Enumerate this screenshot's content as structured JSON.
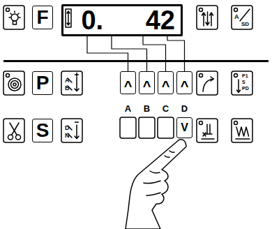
{
  "diagram": {
    "nodes": [
      {
        "text": [
          "F"
        ]
      },
      {
        "text": [
          "0. 42"
        ]
      },
      {
        "text": [
          "P"
        ]
      },
      {
        "text": [
          "^"
        ]
      },
      {
        "text": [
          "^"
        ]
      },
      {
        "text": [
          "^"
        ]
      },
      {
        "text": [
          "^"
        ]
      },
      {
        "text": [
          "S"
        ]
      },
      {
        "text": [
          "V"
        ]
      }
    ],
    "edges": [
      {
        "from": 1,
        "to": 3,
        "arrow": "none"
      },
      {
        "from": 1,
        "to": 4,
        "arrow": "none"
      },
      {
        "from": 1,
        "to": 5,
        "arrow": "none"
      },
      {
        "from": 1,
        "to": 6,
        "arrow": "none"
      }
    ],
    "labels": [
      "A",
      "B",
      "C",
      "D",
      "A",
      "SD",
      "A",
      "B",
      "D",
      "N",
      "P1",
      "S",
      "PD"
    ]
  }
}
